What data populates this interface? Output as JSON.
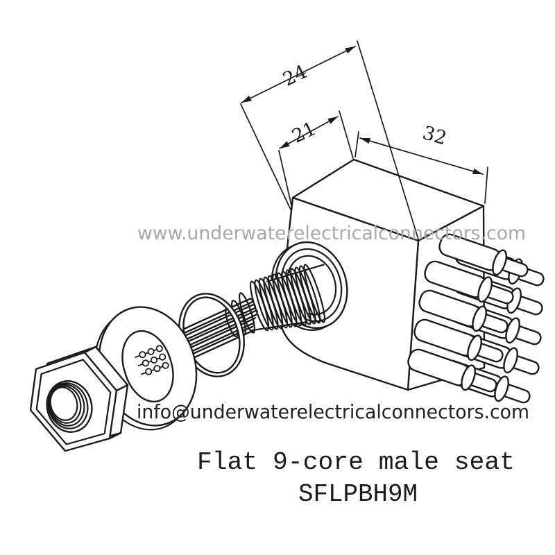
{
  "watermark": {
    "website": "www.underwaterelectricalconnectors.com",
    "email": "info@underwaterelectricalconnectors.com"
  },
  "title": {
    "line1": "Flat 9-core male seat",
    "model": "SFLPBH9M"
  },
  "dimensions": {
    "overall_width": "24",
    "inner_width": "21",
    "depth": "32"
  },
  "colors": {
    "line": "#1a1a1a",
    "watermark_gray": "#a8a8a8",
    "text_dark": "#1f1f1f",
    "background": "#ffffff"
  }
}
